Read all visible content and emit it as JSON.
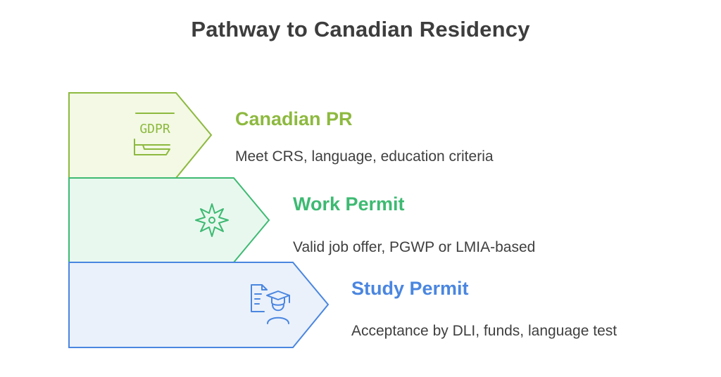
{
  "title": "Pathway to Canadian Residency",
  "steps": [
    {
      "title": "Canadian PR",
      "description": "Meet CRS, language, education criteria",
      "icon": "gdpr-document-icon",
      "icon_text": "GDPR",
      "accent": "#8db93f",
      "fill": "#f3f9e4"
    },
    {
      "title": "Work Permit",
      "description": "Valid job offer, PGWP or LMIA-based",
      "icon": "compass-star-icon",
      "accent": "#3dba72",
      "fill": "#e9f8ef"
    },
    {
      "title": "Study Permit",
      "description": "Acceptance by DLI, funds, language test",
      "icon": "graduate-document-icon",
      "accent": "#4a86e0",
      "fill": "#eaf1fb"
    }
  ]
}
